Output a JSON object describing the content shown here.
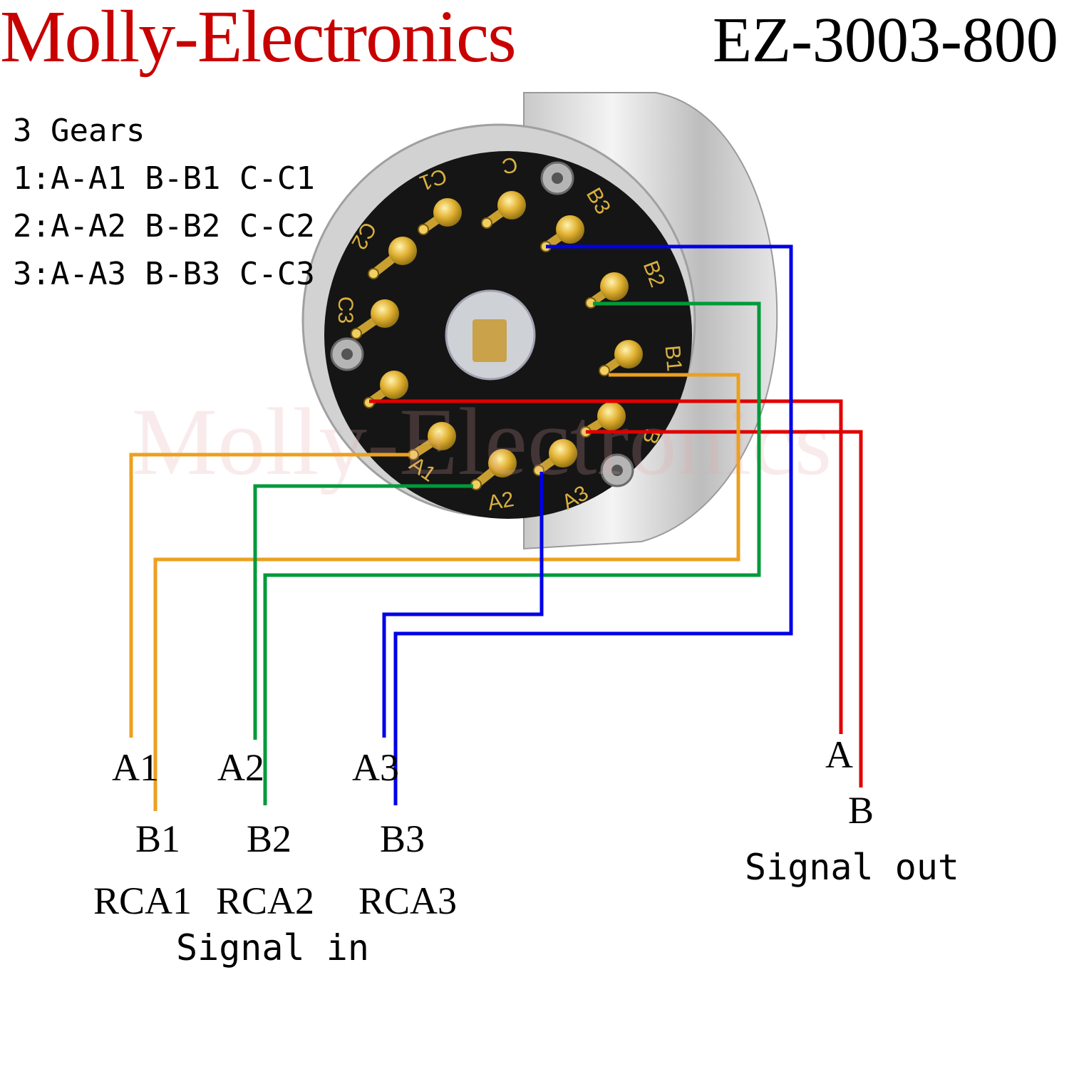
{
  "header": {
    "brand": "Molly-Electronics",
    "model": "EZ-3003-800"
  },
  "gear_info": {
    "title": "3 Gears",
    "lines": [
      "1:A-A1 B-B1 C-C1",
      "2:A-A2 B-B2 C-C2",
      "3:A-A3 B-B3 C-C3"
    ]
  },
  "switch": {
    "pin_labels": [
      "C",
      "C1",
      "C2",
      "C3",
      "B3",
      "B2",
      "B1",
      "B",
      "A1",
      "A2",
      "A3"
    ],
    "watermark": "Molly-Electronics"
  },
  "wire_colors": {
    "red": "#e00000",
    "blue": "#0000e6",
    "green": "#009a3a",
    "orange": "#eba020"
  },
  "inputs": {
    "a_row": [
      "A1",
      "A2",
      "A3"
    ],
    "b_row": [
      "B1",
      "B2",
      "B3"
    ],
    "rca": [
      "RCA1",
      "RCA2",
      "RCA3"
    ],
    "caption": "Signal in"
  },
  "outputs": {
    "a": "A",
    "b": "B",
    "caption": "Signal out"
  }
}
